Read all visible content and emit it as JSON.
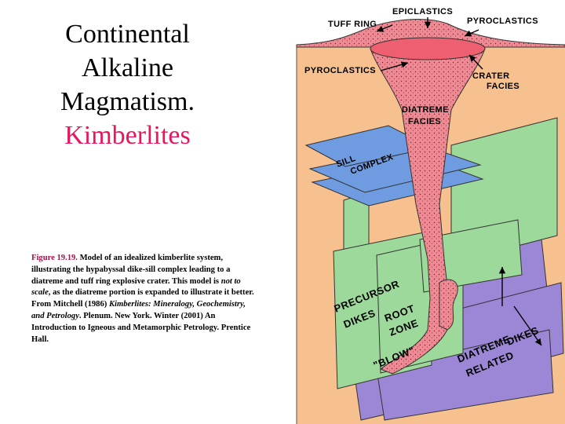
{
  "slide": {
    "title_lines": [
      "Continental",
      "Alkaline",
      "Magmatism."
    ],
    "subtitle": "Kimberlites"
  },
  "caption": {
    "figure_label": "Figure 19.19.",
    "part1": " Model of an idealized kimberlite system, illustrating the hypabyssal dike-sill complex leading to a diatreme and tuff ring explosive crater. This model is ",
    "italic1": "not to scale",
    "part2": ", as the diatreme portion is expanded to illustrate it better. From Mitchell (1986) ",
    "italic2": "Kimberlites: Mineralogy, Geochemistry, and Petrology",
    "part3": ". Plenum. New York. Winter (2001) An Introduction to Igneous and Metamorphic Petrology. Prentice Hall."
  },
  "diagram": {
    "labels": {
      "epiclastics": "EPICLASTICS",
      "tuff_ring": "TUFF RING",
      "pyroclastics_top": "PYROCLASTICS",
      "pyroclastics_left": "PYROCLASTICS",
      "crater": "CRATER",
      "facies": "FACIES",
      "diatreme": "DIATREME",
      "diatreme_facies": "FACIES",
      "sill": "SILL",
      "complex": "COMPLEX",
      "precursor": "PRECURSOR",
      "dikes": "DIKES",
      "root": "ROOT",
      "zone": "ZONE",
      "blow": "\"BLOW\"",
      "diatreme_related": "DIATREME",
      "related": "RELATED",
      "dikes_right": "DIKES"
    },
    "colors": {
      "background": "#f7c08f",
      "magma": "#ee8a93",
      "dike_green": "#9dd99a",
      "sill_blue": "#6f9be0",
      "purple": "#9c86d6"
    }
  }
}
